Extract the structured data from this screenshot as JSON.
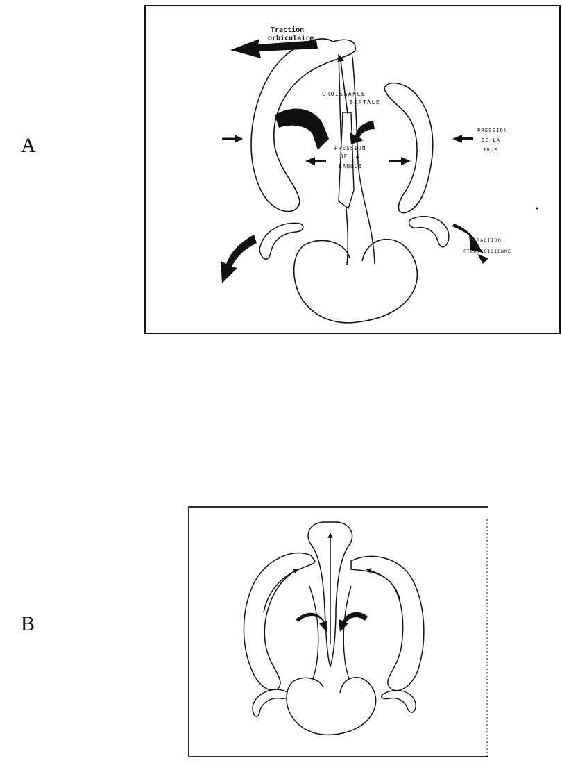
{
  "figure_a": {
    "panel_letter": "A",
    "labels": {
      "traction_orbiculaire_1": "Traction",
      "traction_orbiculaire_2": "orbiculaire",
      "croissance_1": "CROISSANCE",
      "croissance_2": "SEPTALE",
      "pression_langue_1": "PRESSION",
      "pression_langue_2": "DE LA",
      "pression_langue_3": "LANGUE",
      "pression_joue_1": "PRESSION",
      "pression_joue_2": "DE LA",
      "pression_joue_3": "JOUE",
      "traction_ptery_1": "TRACTION",
      "traction_ptery_2": "PTERYGOIDIENNE"
    }
  },
  "figure_b": {
    "panel_letter": "B"
  }
}
